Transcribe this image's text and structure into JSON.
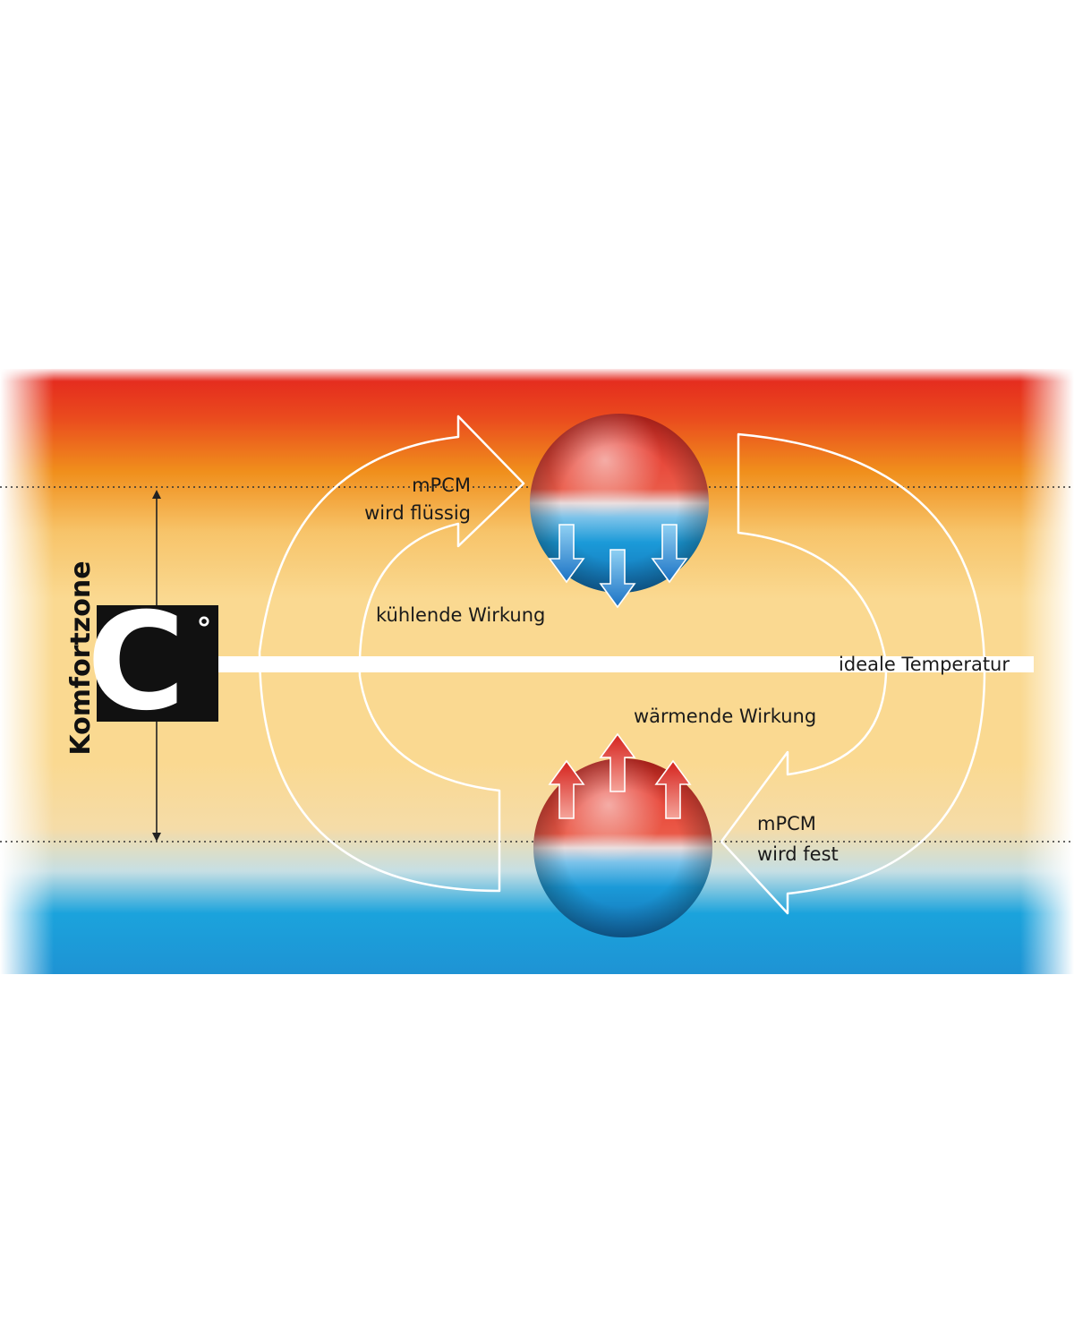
{
  "labels": {
    "melt_line1": "mPCM",
    "melt_line2": "wird flüssig",
    "cooling": "kühlende Wirkung",
    "ideal": "ideale Temperatur",
    "warming": "wärmende Wirkung",
    "solid_line1": "mPCM",
    "solid_line2": "wird fest",
    "comfort_zone": "Komfortzone"
  },
  "logo": {
    "text": "C",
    "degree": "°"
  },
  "colors": {
    "hot": "#e3231f",
    "warm": "#f08f1c",
    "comfort": "#fad991",
    "cold": "#1ba3dc",
    "capsule_red": "#e42a22",
    "capsule_blue": "#1b9ad8",
    "arrow_blue": "#1b72c4",
    "arrow_red": "#d5231d"
  },
  "icons": {
    "cooling_arrows": "arrow-down-icon",
    "warming_arrows": "arrow-up-icon",
    "capsule": "sphere-icon"
  }
}
